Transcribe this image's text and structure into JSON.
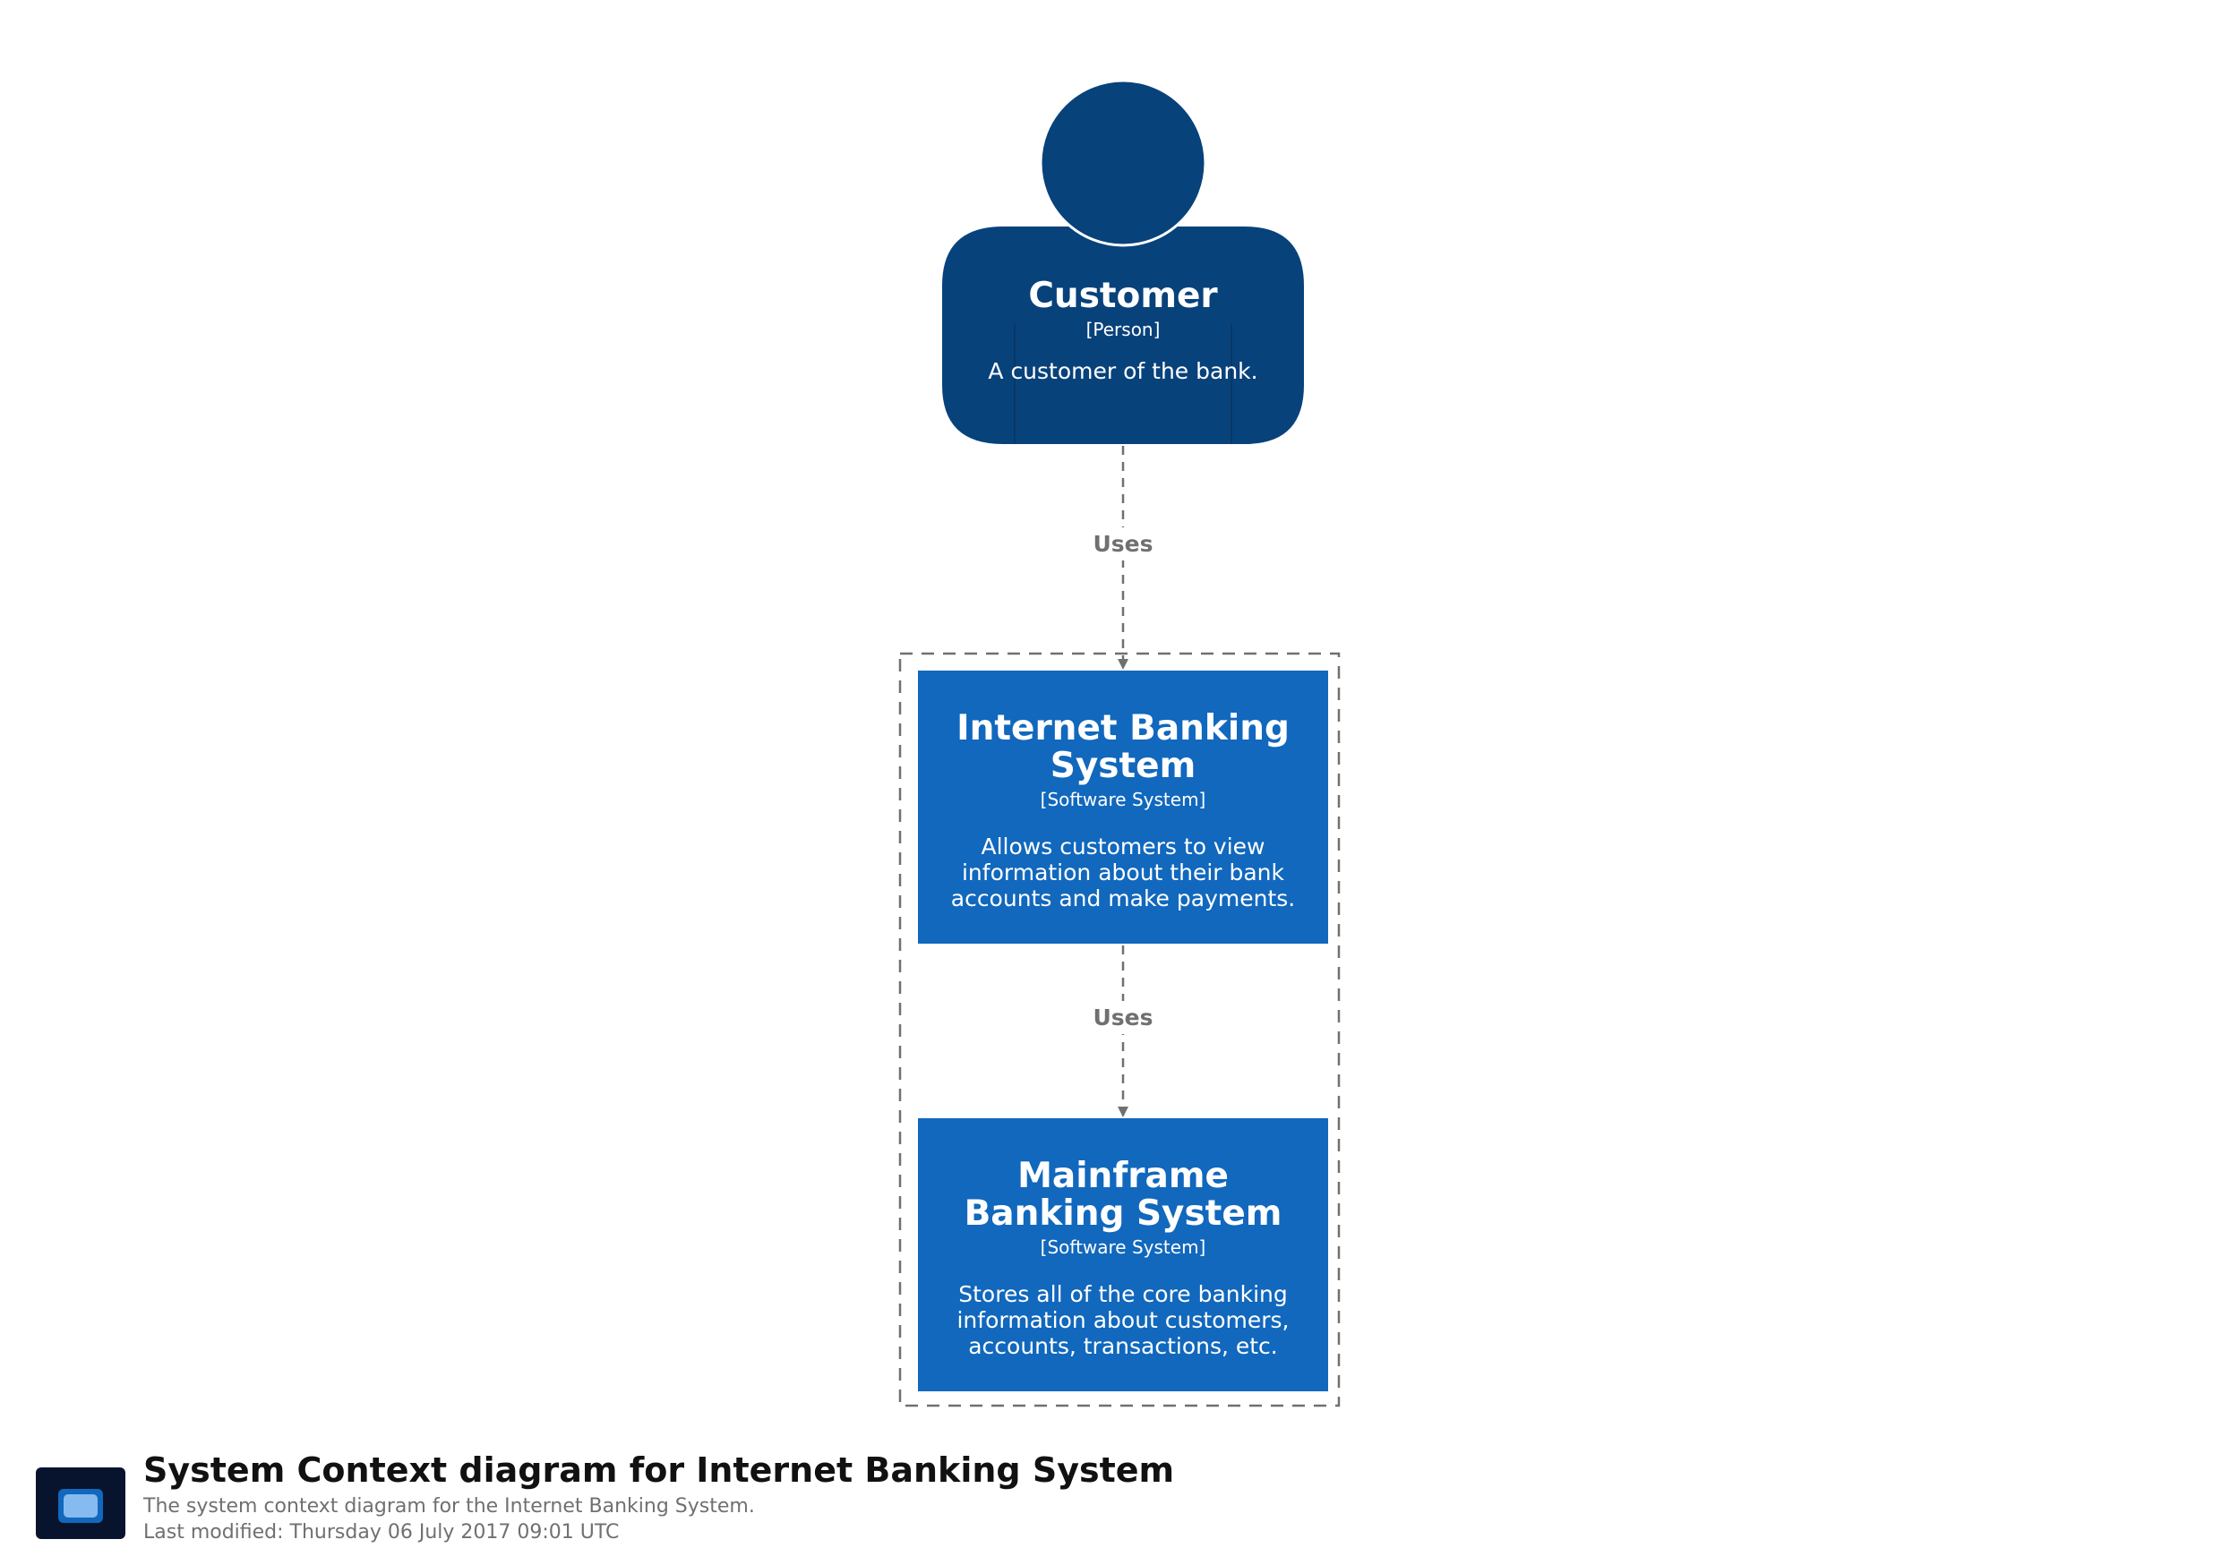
{
  "colors": {
    "person_fill": "#08427b",
    "system_fill": "#1168bd",
    "edge_stroke": "#707070",
    "boundary_stroke": "#707070",
    "background": "#ffffff"
  },
  "nodes": {
    "customer": {
      "name": "Customer",
      "type": "[Person]",
      "description": "A customer of the bank."
    },
    "internet_banking": {
      "name": "Internet Banking System",
      "type": "[Software System]",
      "description": "Allows customers to view information about their bank accounts and make payments."
    },
    "mainframe_banking": {
      "name": "Mainframe Banking System",
      "type": "[Software System]",
      "description": "Stores all of the core banking information about customers, accounts, transactions, etc."
    }
  },
  "edges": [
    {
      "from": "customer",
      "to": "internet_banking",
      "label": "Uses"
    },
    {
      "from": "internet_banking",
      "to": "mainframe_banking",
      "label": "Uses"
    }
  ],
  "footer": {
    "logo_icon": "structurizr-logo-icon",
    "title": "System Context diagram for Internet Banking System",
    "description": "The system context diagram for the Internet Banking System.",
    "last_modified": "Last modified: Thursday 06 July 2017 09:01 UTC"
  }
}
